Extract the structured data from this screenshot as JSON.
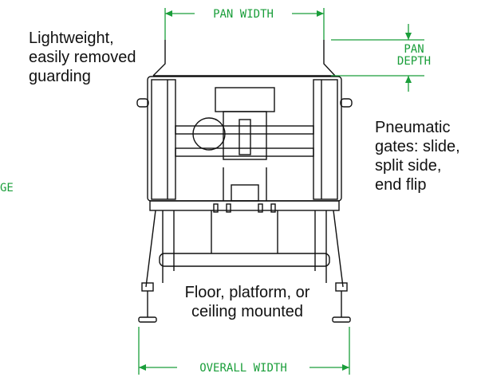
{
  "dimensions": {
    "pan_width": "PAN WIDTH",
    "pan_depth_line1": "PAN",
    "pan_depth_line2": "DEPTH",
    "overall_width": "OVERALL WIDTH",
    "edge_fragment": "GE"
  },
  "callouts": {
    "guarding_line1": "Lightweight,",
    "guarding_line2": "easily removed",
    "guarding_line3": "guarding",
    "gates_line1": "Pneumatic",
    "gates_line2": "gates: slide,",
    "gates_line3": "split side,",
    "gates_line4": "end flip",
    "mount_line1": "Floor, platform, or",
    "mount_line2": "ceiling mounted"
  },
  "colors": {
    "dimension": "#1a9e3a",
    "drawing": "#111111"
  }
}
